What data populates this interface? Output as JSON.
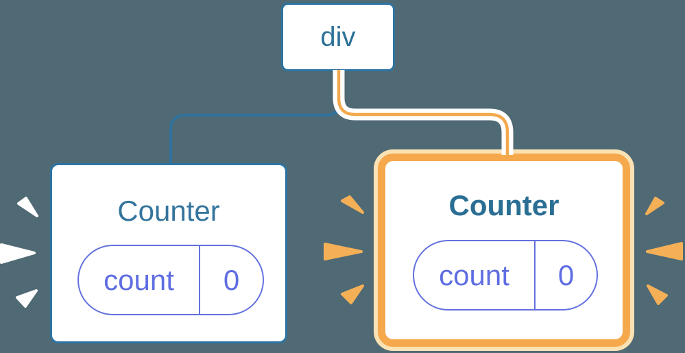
{
  "figure": {
    "description": "React render-tree diagram: a div root with two Counter children; the right Counter is highlighted as freshly rendered",
    "background_color": "#4f6a74",
    "root_node": {
      "label": "div"
    },
    "children": [
      {
        "title": "Counter",
        "highlighted": false,
        "state_pill": {
          "key": "count",
          "value": "0"
        }
      },
      {
        "title": "Counter",
        "highlighted": true,
        "state_pill": {
          "key": "count",
          "value": "0"
        }
      }
    ],
    "colors": {
      "node_border_blue": "#2d74a3",
      "node_text_blue": "#2d7199",
      "title_blue": "#34749c",
      "title_blue_bold": "#2a6e94",
      "pill_purple": "#5f6de2",
      "edge_blue": "#2d74a3",
      "edge_orange": "#f2a94e",
      "edge_casing_white": "#ffffff",
      "highlight_border_orange": "#f5a94c",
      "highlight_halo": "#fbe2b4",
      "burst_orange": "#f5b057",
      "burst_white": "#ffffff"
    }
  }
}
